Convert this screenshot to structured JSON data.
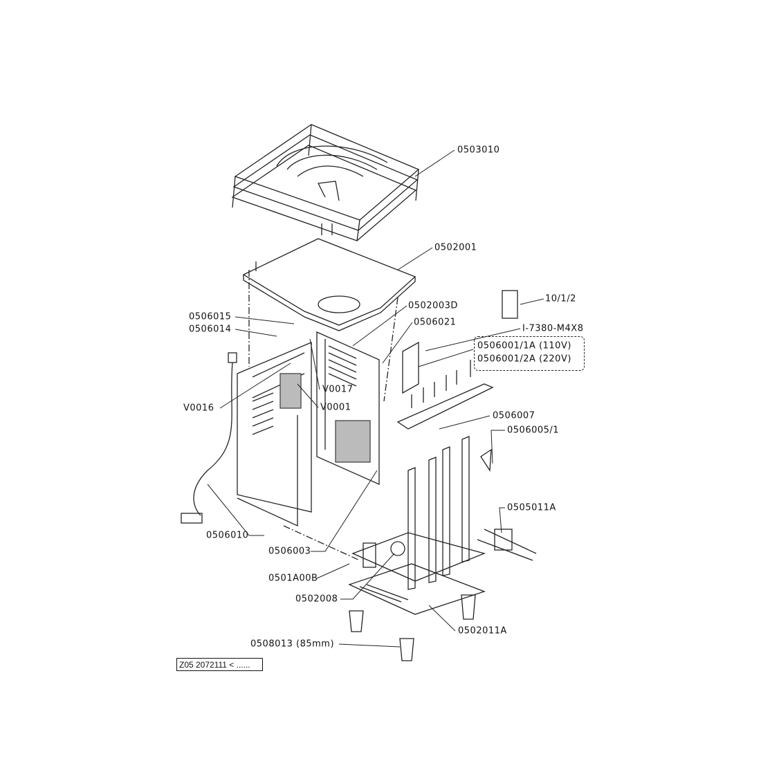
{
  "parts": {
    "p0503010": "0503010",
    "p0502001": "0502001",
    "p0502003D": "0502003D",
    "p0506021": "0506021",
    "p10_1_2": "10/1/2",
    "pI7380": "I-7380-M4X8",
    "p0506001_1A": "0506001/1A  (110V)",
    "p0506001_2A": "0506001/2A  (220V)",
    "p0506015": "0506015",
    "p0506014": "0506014",
    "pV0017": "V0017",
    "pV0016": "V0016",
    "pV0001": "V0001",
    "p0506007": "0506007",
    "p0506005_1": "0506005/1",
    "p0505011A": "0505011A",
    "p0506010": "0506010",
    "p0506003": "0506003",
    "p0501A00B": "0501A00B",
    "p0502008": "0502008",
    "p0502011A": "0502011A",
    "p0508013": "0508013  (85mm)"
  },
  "reference": "Z05  2072111 < ......"
}
